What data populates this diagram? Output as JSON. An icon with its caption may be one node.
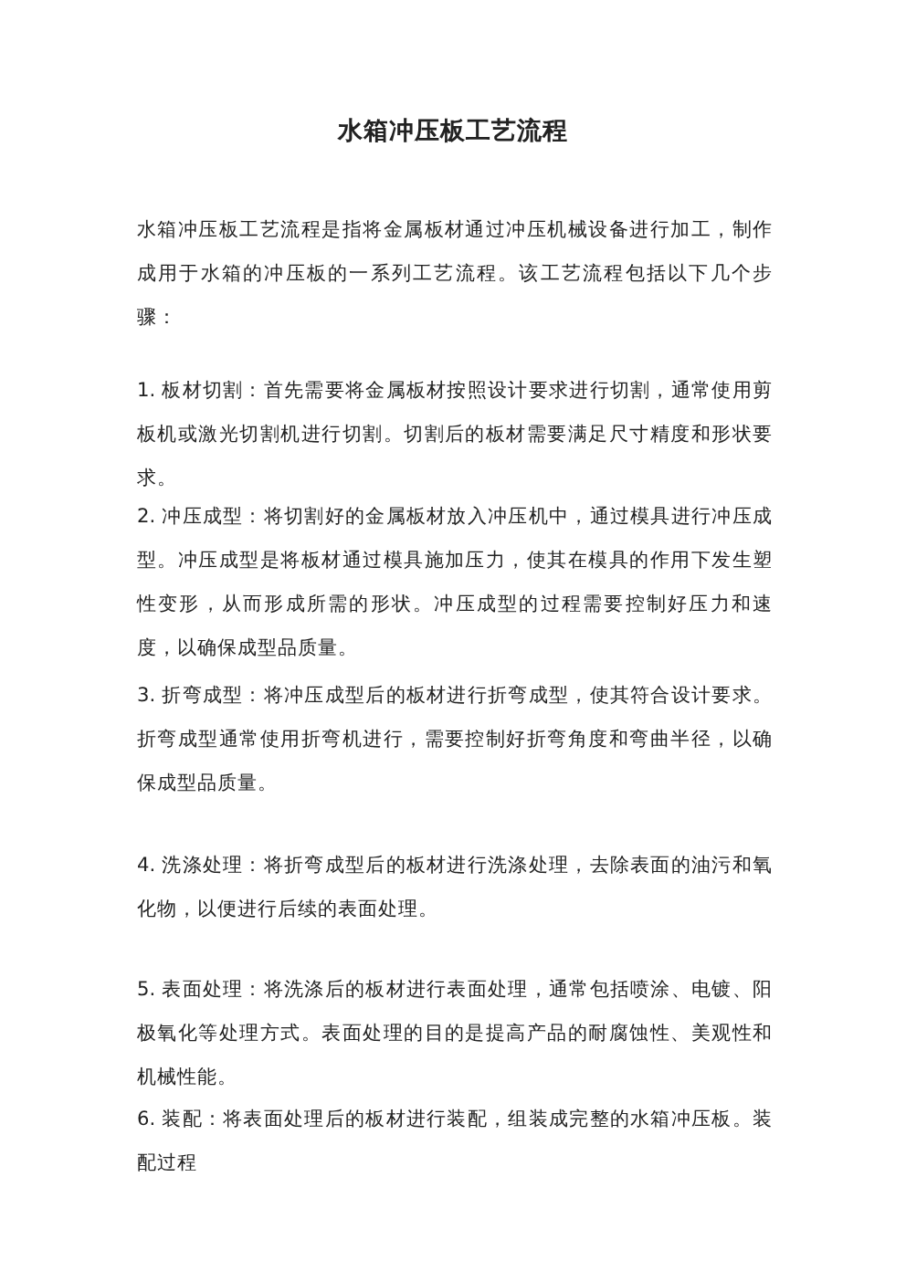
{
  "diagram": {
    "title": "水箱冲压板工艺流程",
    "labels": [
      "水箱冲压板工艺流程是指将金属板材通过冲压机械设备进行加工，制作成用于水箱的冲压板的一系列工艺流程。该工艺流程包括以下几个步骤：",
      "1. 板材切割：首先需要将金属板材按照设计要求进行切割，通常使用剪板机或激光切割机进行切割。切割后的板材需要满足尺寸精度和形状要求。",
      "2. 冲压成型：将切割好的金属板材放入冲压机中，通过模具进行冲压成型。冲压成型是将板材通过模具施加压力，使其在模具的作用下发生塑性变形，从而形成所需的形状。冲压成型的过程需要控制好压力和速度，以确保成型品质量。",
      "3. 折弯成型：将冲压成型后的板材进行折弯成型，使其符合设计要求。折弯成型通常使用折弯机进行，需要控制好折弯角度和弯曲半径，以确保成型品质量。",
      "4. 洗涤处理：将折弯成型后的板材进行洗涤处理，去除表面的油污和氧化物，以便进行后续的表面处理。",
      "5. 表面处理：将洗涤后的板材进行表面处理，通常包括喷涂、电镀、阳极氧化等处理方式。表面处理的目的是提高产品的耐腐蚀性、美观性和机械性能。",
      "6. 装配：将表面处理后的板材进行装配，组装成完整的水箱冲压板。装配过程"
    ]
  }
}
